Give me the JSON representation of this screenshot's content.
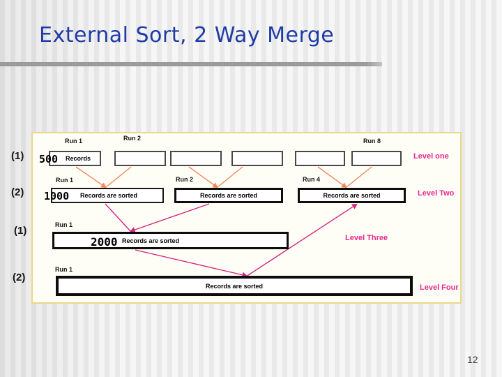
{
  "slide": {
    "title": "External Sort, 2 Way Merge",
    "page_number": "12"
  },
  "colors": {
    "title_blue": "#1f3ba6",
    "level_label_magenta": "#e5288e",
    "arrow_orange": "#f08a5e",
    "arrow_magenta": "#d4257f",
    "rule_gray": "#9b9b9b"
  },
  "left_annotations": {
    "a1": "(1)",
    "a2": "(2)",
    "a3": "(1)",
    "a4": "(2)"
  },
  "diagram": {
    "level1": {
      "label": "Level one",
      "run1": "Run 1",
      "run2": "Run 2",
      "run8": "Run 8",
      "box1_number": "500",
      "box1_text": "Records"
    },
    "level2": {
      "label": "Level Two",
      "run1": "Run 1",
      "run2": "Run 2",
      "run3": "Run 4",
      "box1_number": "1000",
      "box1_text": "Records are sorted",
      "box2_text": "Records are sorted",
      "box3_text": "Records are sorted"
    },
    "level3": {
      "label": "Level Three",
      "run1": "Run 1",
      "box_number": "2000",
      "box_text": "Records are sorted"
    },
    "level4": {
      "label": "Level Four",
      "run1": "Run 1",
      "box_text": "Records are sorted"
    }
  }
}
